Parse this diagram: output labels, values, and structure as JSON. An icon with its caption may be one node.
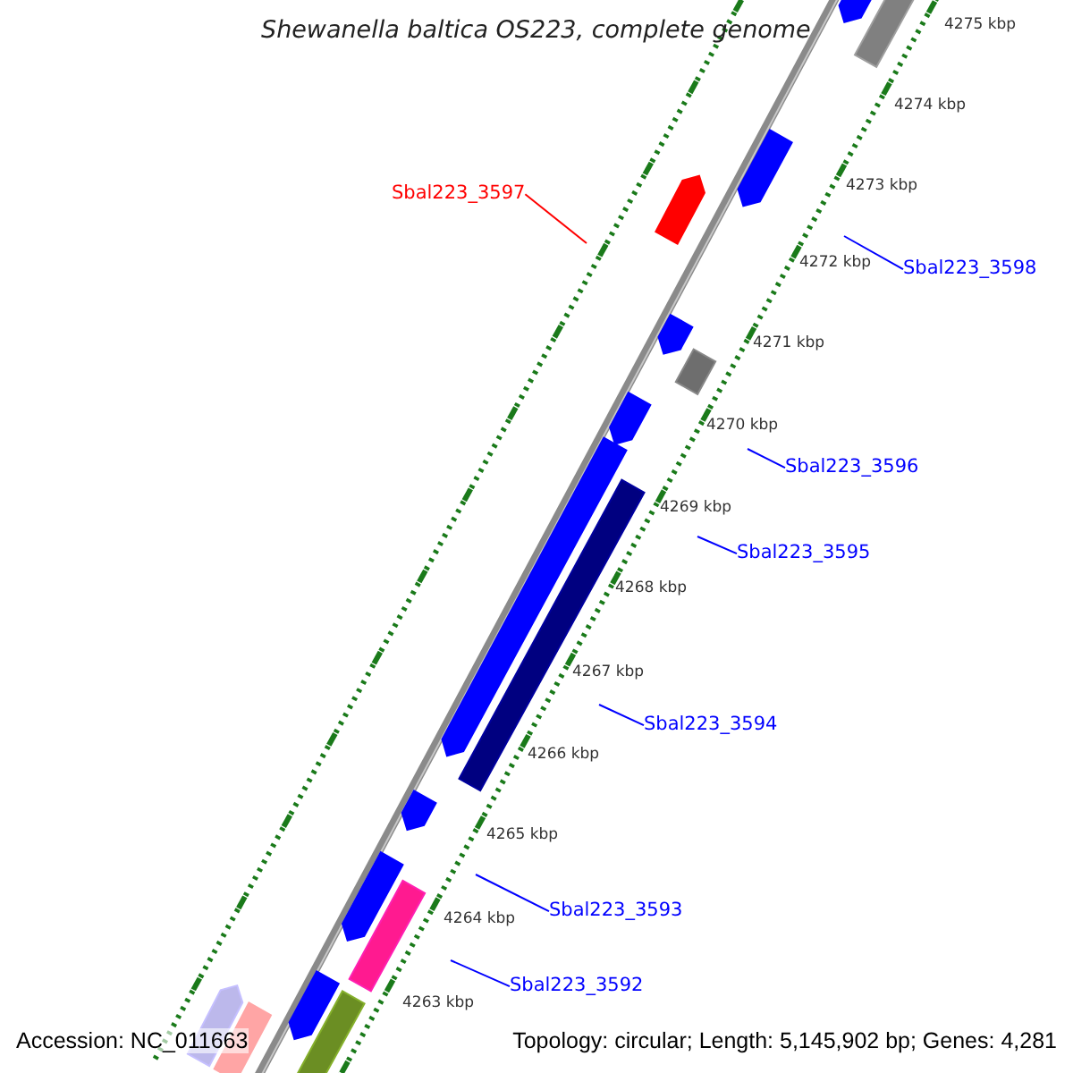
{
  "diagram": {
    "title": "Shewanella baltica OS223, complete genome",
    "nodes": [
      {
        "text": [
          "Sbal223_3597"
        ]
      },
      {
        "text": [
          "Sbal223_3598"
        ]
      },
      {
        "text": [
          "Sbal223_3596"
        ]
      },
      {
        "text": [
          "Sbal223_3595"
        ]
      },
      {
        "text": [
          "Sbal223_3594"
        ]
      },
      {
        "text": [
          "Sbal223_3593"
        ]
      },
      {
        "text": [
          "Sbal223_3592"
        ]
      }
    ],
    "edges": [
      {
        "from": 0,
        "to": null,
        "arrow": "none",
        "color": "#ff0000"
      },
      {
        "from": 1,
        "to": null,
        "arrow": "none"
      },
      {
        "from": 2,
        "to": null,
        "arrow": "none"
      },
      {
        "from": 3,
        "to": null,
        "arrow": "none"
      },
      {
        "from": 4,
        "to": null,
        "arrow": "none"
      },
      {
        "from": 5,
        "to": null,
        "arrow": "none"
      },
      {
        "from": 6,
        "to": null,
        "arrow": "none"
      }
    ],
    "labels": [
      "4275 kbp",
      "4274 kbp",
      "4273 kbp",
      "4272 kbp",
      "4271 kbp",
      "4270 kbp",
      "4269 kbp",
      "4268 kbp",
      "4267 kbp",
      "4266 kbp",
      "4265 kbp",
      "4264 kbp",
      "4263 kbp",
      "Accession: NC_011663",
      "Topology: circular; Length: 5,145,902 bp; Genes: 4,281"
    ]
  }
}
